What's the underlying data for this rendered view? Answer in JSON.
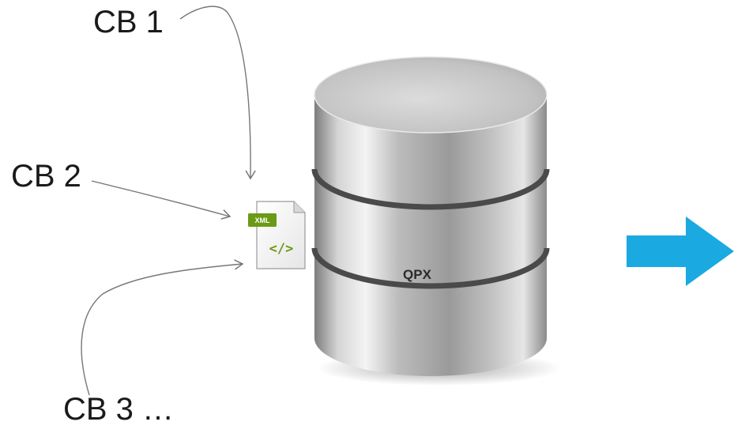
{
  "labels": {
    "cb1": "CB 1",
    "cb2": "CB 2",
    "cb3": "CB 3 …"
  },
  "database": {
    "label": "QPX"
  },
  "file_icon": {
    "tag": "XML",
    "code": "</>"
  },
  "colors": {
    "arrow": "#1aa9e1",
    "connector": "#777777",
    "xml_green": "#6a9a16",
    "band": "#4a4a4a"
  },
  "icons": [
    "xml-file-icon",
    "database-icon",
    "right-arrow-icon"
  ]
}
